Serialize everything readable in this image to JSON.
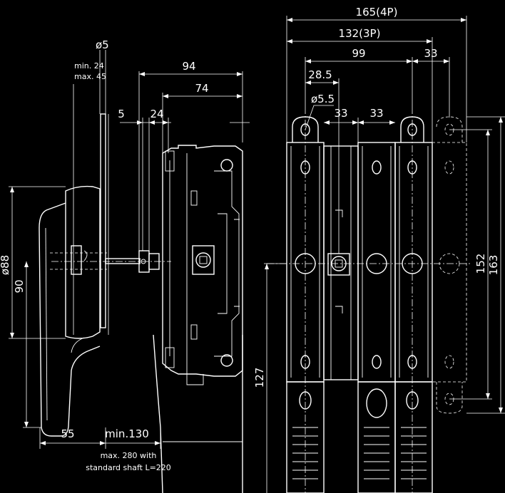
{
  "dimensions": {
    "d165_4p": "165(4P)",
    "d132_3p": "132(3P)",
    "d99": "99",
    "d33_top": "33",
    "d28_5": "28.5",
    "d5_5": "ø5.5",
    "d33_a": "33",
    "d33_b": "33",
    "d152": "152",
    "d163": "163",
    "d127": "127",
    "d94": "94",
    "d74": "74",
    "d5": "5",
    "d24": "24",
    "d_o5": "ø5",
    "d_min24": "min. 24",
    "d_max45": "max. 45",
    "d_o88": "ø88",
    "d90": "90",
    "d55": "55",
    "d_min130": "min.130",
    "d_max280_l1": "max. 280 with",
    "d_max280_l2": "standard shaft L=220"
  },
  "colors": {
    "background": "#000000",
    "line": "#ffffff"
  }
}
